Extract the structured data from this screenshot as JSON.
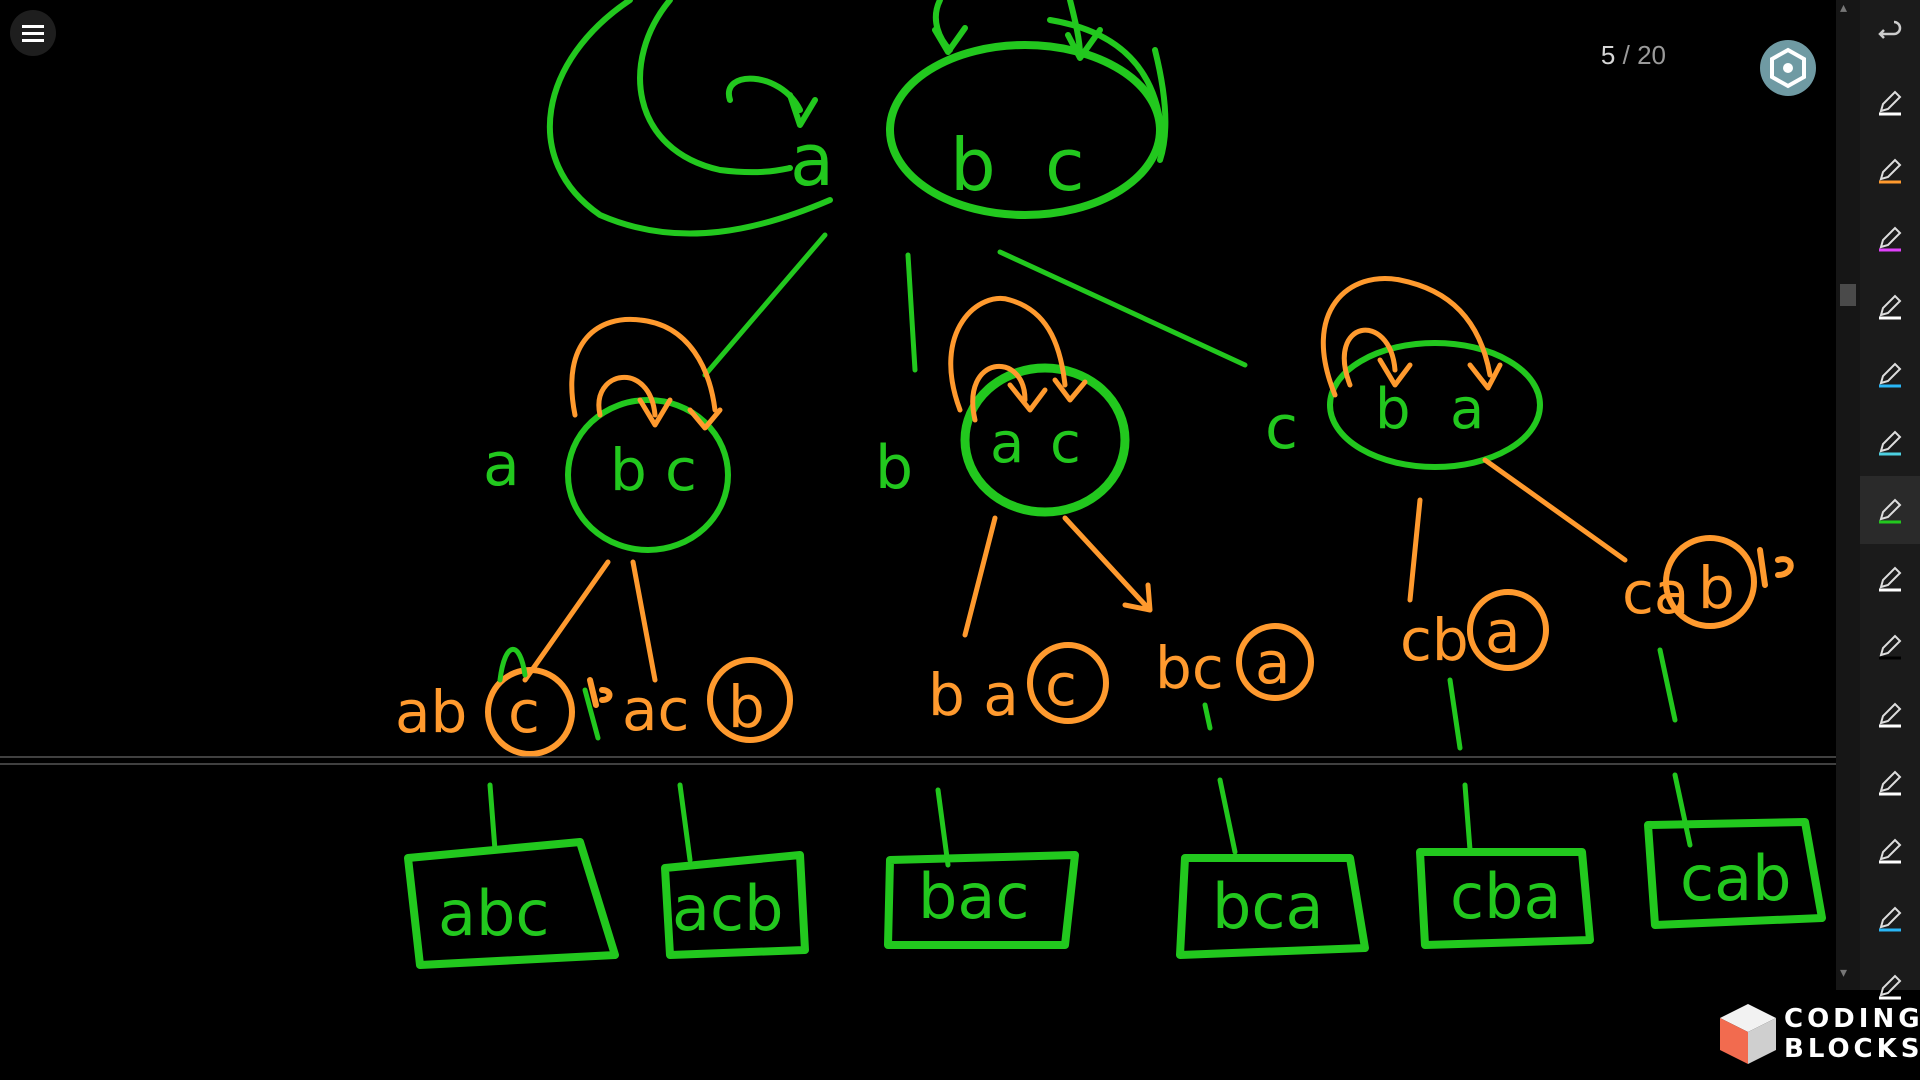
{
  "page": {
    "current": "5",
    "separator": "/",
    "total": "20"
  },
  "tree": {
    "root_fixed": "a",
    "root_rest": [
      "b",
      "c"
    ],
    "level1": [
      {
        "fixed": "a",
        "rest": [
          "b",
          "c"
        ]
      },
      {
        "fixed": "b",
        "rest": [
          "a",
          "c"
        ]
      },
      {
        "fixed": "c",
        "rest": [
          "b",
          "a"
        ]
      }
    ],
    "level2": [
      {
        "prefix": "ab",
        "last": "c"
      },
      {
        "prefix": "ac",
        "last": "b"
      },
      {
        "prefix": "b a",
        "last": "c"
      },
      {
        "prefix": "bc",
        "last": "a"
      },
      {
        "prefix": "cb",
        "last": "a"
      },
      {
        "prefix": "ca",
        "last": "b"
      }
    ],
    "results": [
      "abc",
      "acb",
      "bac",
      "bca",
      "cba",
      "cab"
    ]
  },
  "colors": {
    "green": "#22c81e",
    "orange": "#ff9a2e",
    "background": "#000000"
  },
  "toolbar": {
    "undo_icon": "undo-icon",
    "tools": [
      {
        "icon": "pen-icon",
        "color": "#ffffff"
      },
      {
        "icon": "pen-icon",
        "color": "#ff9a2e"
      },
      {
        "icon": "pen-icon",
        "color": "#e040fb"
      },
      {
        "icon": "pen-icon",
        "color": "#ffffff"
      },
      {
        "icon": "pen-icon",
        "color": "#29b6f6"
      },
      {
        "icon": "pen-icon",
        "color": "#4dd0e1"
      },
      {
        "icon": "pen-icon",
        "color": "#22c81e"
      },
      {
        "icon": "pen-icon",
        "color": "#ffffff"
      },
      {
        "icon": "pen-icon",
        "color": "#000000"
      },
      {
        "icon": "pen-icon",
        "color": "#ffffff"
      },
      {
        "icon": "pen-icon",
        "color": "#ffffff"
      },
      {
        "icon": "pen-icon",
        "color": "#ffffff"
      },
      {
        "icon": "pen-icon",
        "color": "#29b6f6"
      },
      {
        "icon": "pen-icon",
        "color": "#ffffff"
      }
    ]
  },
  "brand": {
    "line1": "CODING",
    "line2": "BLOCKS"
  }
}
